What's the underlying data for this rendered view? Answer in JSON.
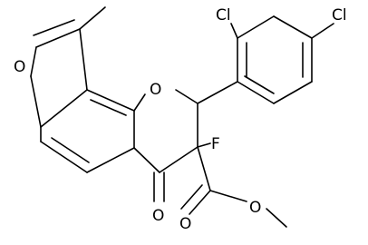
{
  "molecule": {
    "atoms": {
      "cl_ortho": "Cl",
      "cl_para": "Cl",
      "o_furan": "O",
      "o_pyran": "O",
      "fluorine": "F",
      "o_ketone": "O",
      "o_ester_carbonyl": "O",
      "o_ester_ether": "O"
    }
  }
}
